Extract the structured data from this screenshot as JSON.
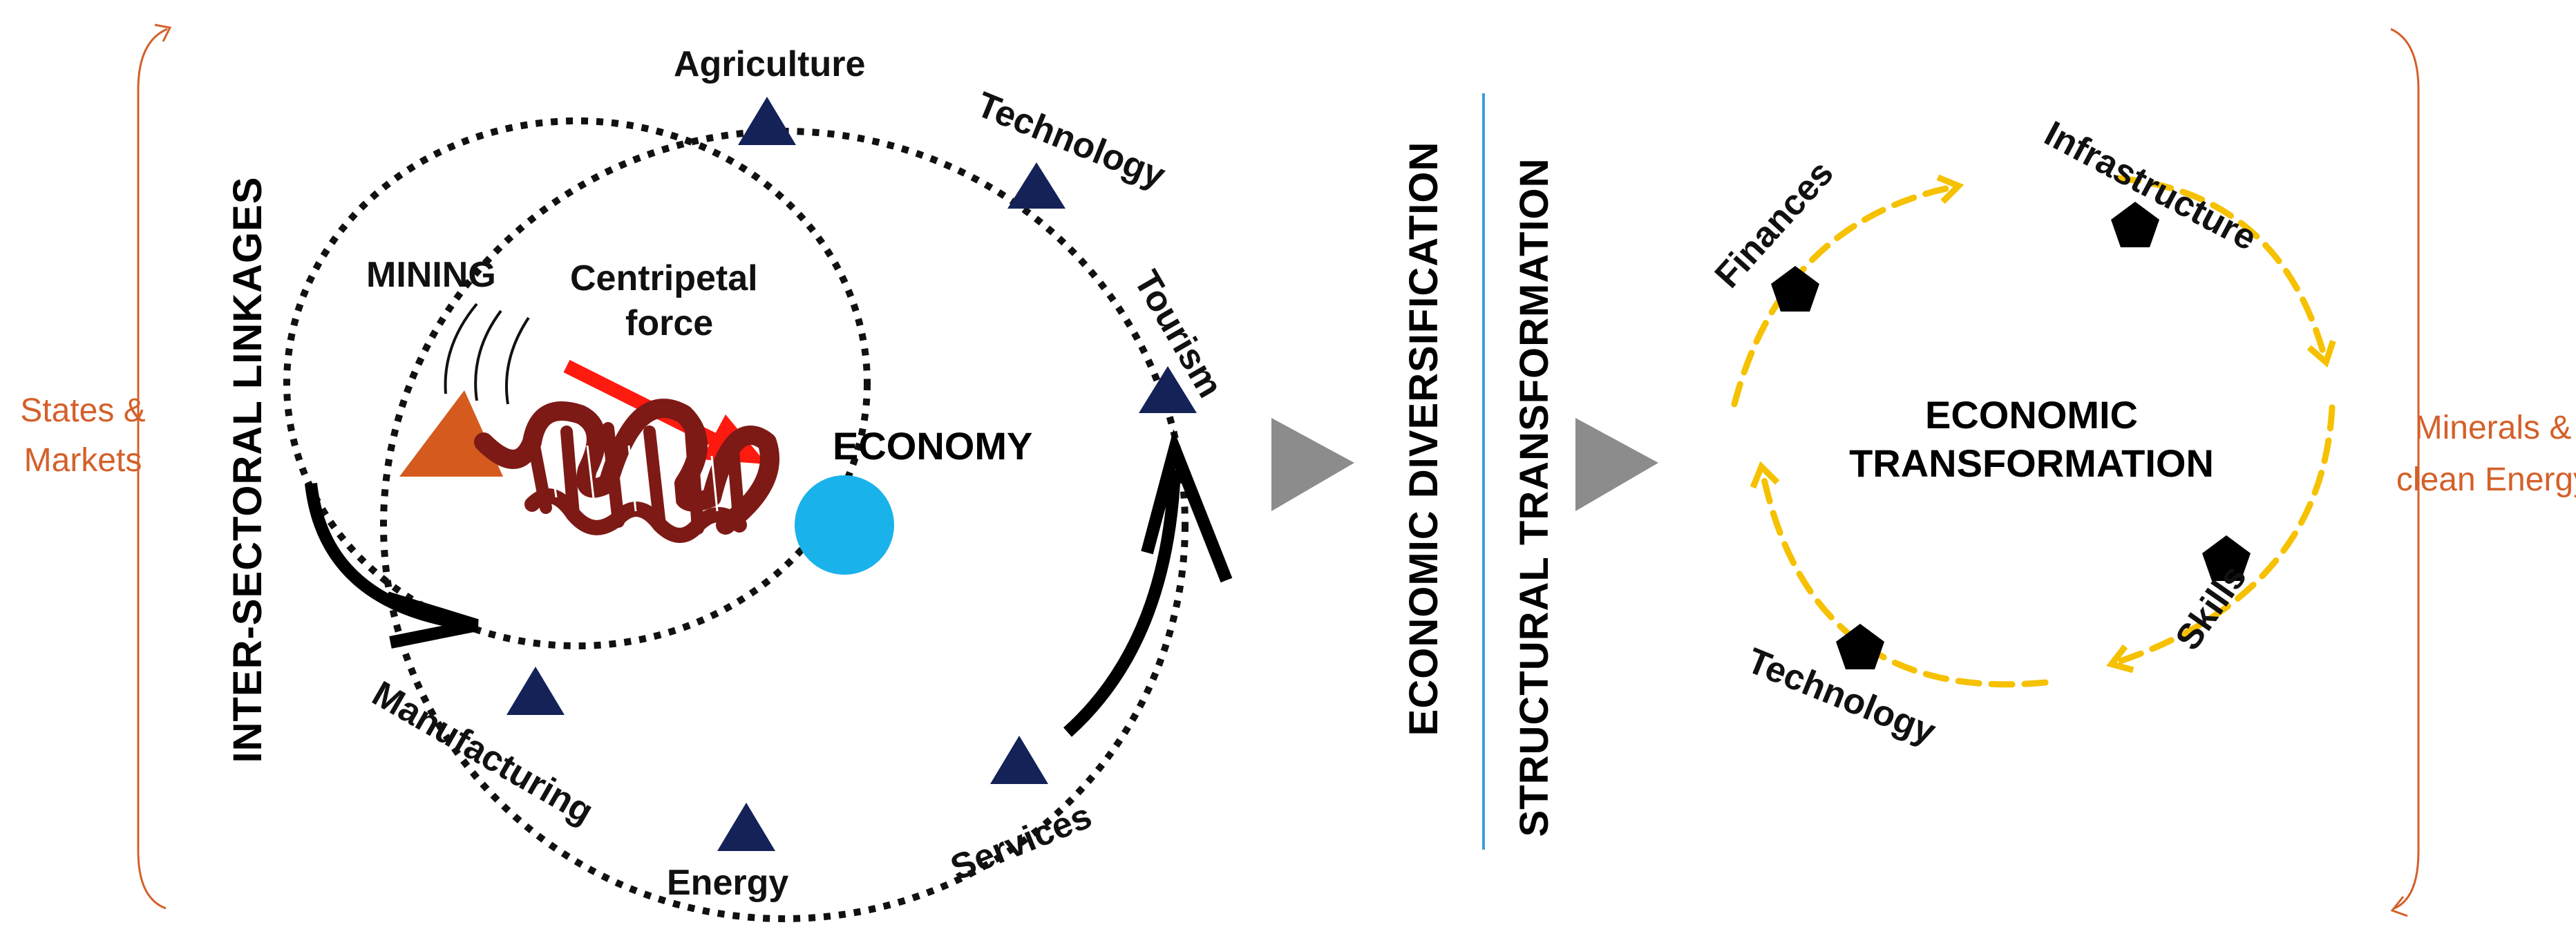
{
  "left_bracket": {
    "line1": "States &",
    "line2": "Markets"
  },
  "right_bracket": {
    "line1": "Minerals &",
    "line2": "clean Energy"
  },
  "linkages": {
    "label": "INTER-SECTORAL LINKAGES"
  },
  "sectors": {
    "agriculture": "Agriculture",
    "technology": "Technology",
    "tourism": "Tourism",
    "manufacturing": "Manufacturing",
    "energy": "Energy",
    "services": "Services"
  },
  "core": {
    "mining": "MINING",
    "force_line1": "Centripetal",
    "force_line2": "force",
    "economy": "ECONOMY"
  },
  "stages": {
    "diversification": "ECONOMIC DIVERSIFICATION",
    "structural": "STRUCTURAL TRANSFORMATION"
  },
  "transformation": {
    "center_line1": "ECONOMIC",
    "center_line2": "TRANSFORMATION",
    "finances": "Finances",
    "infrastructure": "Infrastructure",
    "skills": "Skills",
    "technology": "Technology"
  },
  "colors": {
    "bracket": "#d4602a",
    "triangle": "#142258",
    "economy": "#1ab2ea",
    "force_arrow": "#ff1a10",
    "spring": "#7d1a16",
    "mining_triangle": "#d45a1e",
    "cycle": "#f5c100",
    "stage_arrow": "#8c8c8c",
    "divider": "#3b9fd6"
  }
}
